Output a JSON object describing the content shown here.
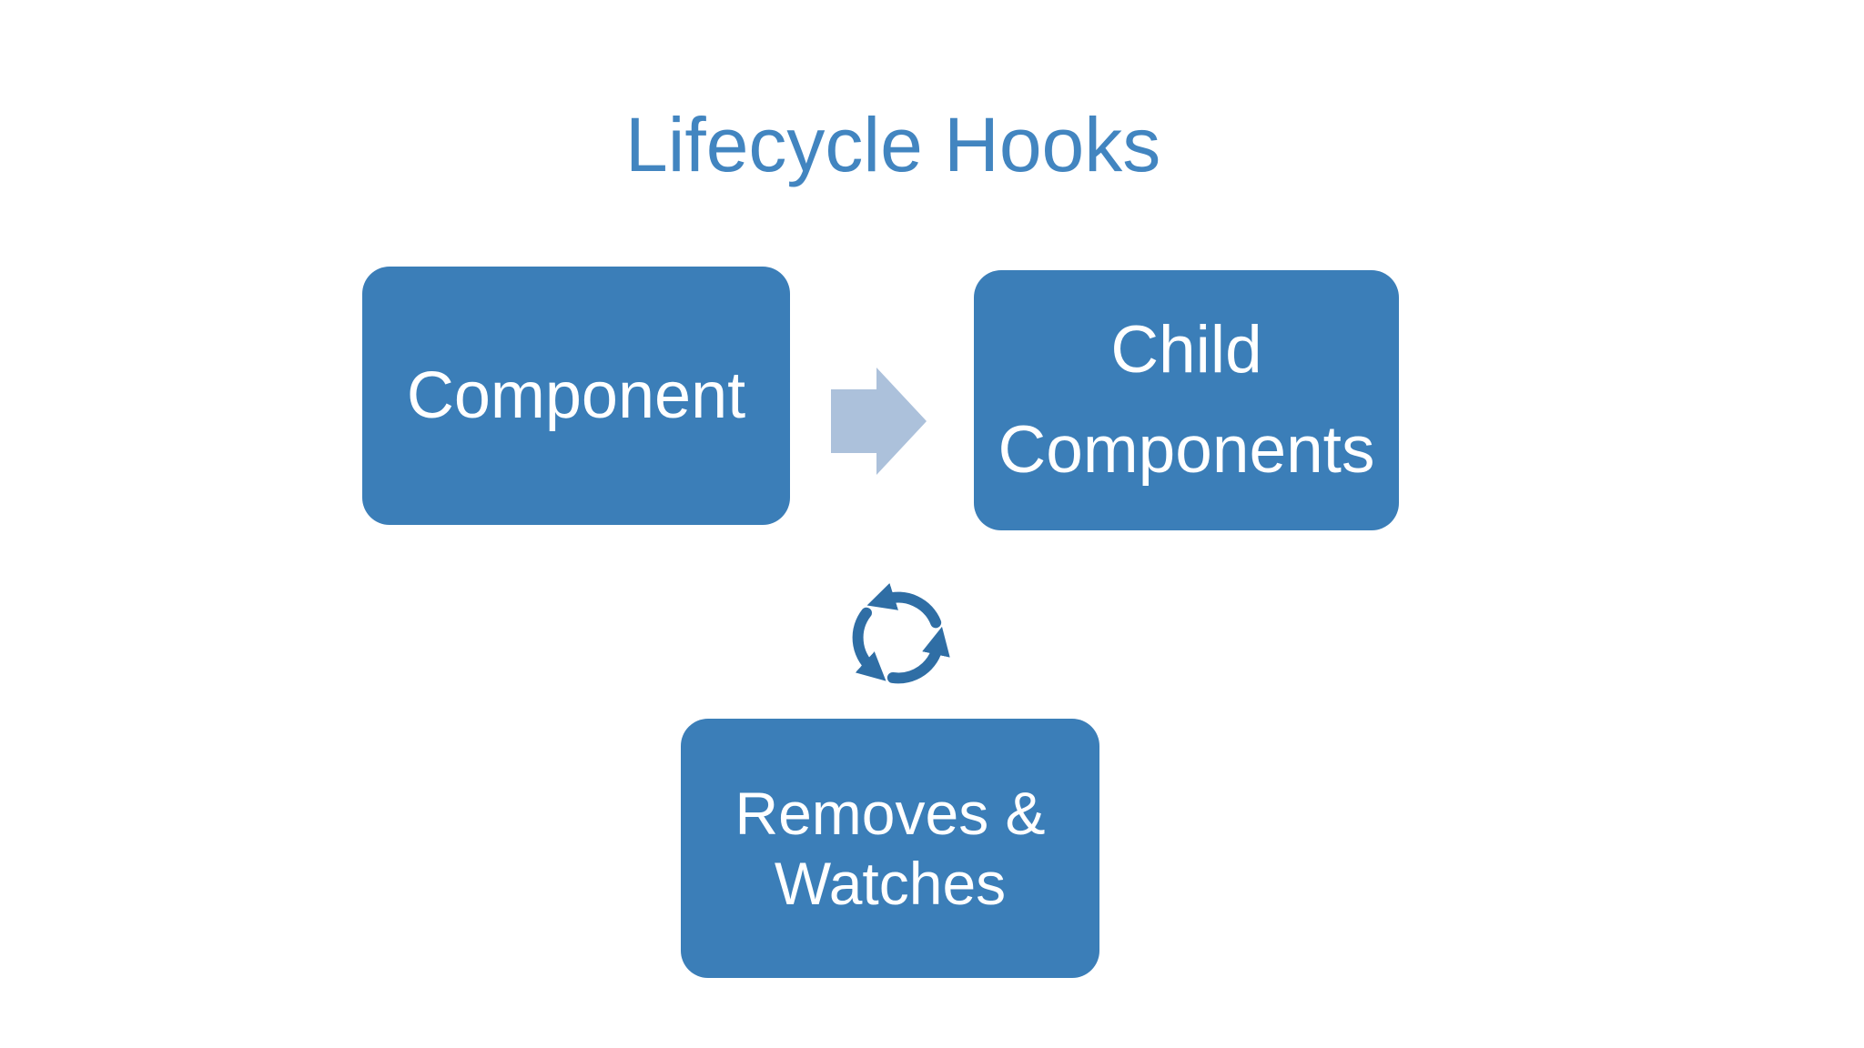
{
  "title": {
    "text": "Lifecycle Hooks"
  },
  "colors": {
    "background": "#ffffff",
    "titleBlue": "#4285c0",
    "boxBlue": "#3b7eb8",
    "boxText": "#ffffff",
    "arrowLightBlue": "#acc1db",
    "cycleBlue": "#2f6ea5"
  },
  "nodes": [
    {
      "id": "component",
      "label": "Component",
      "lines": [
        "Component"
      ]
    },
    {
      "id": "child-components",
      "label": "Child Components",
      "lines": [
        "Child",
        "Components"
      ]
    },
    {
      "id": "removes-watches",
      "label": "Removes & Watches",
      "lines": [
        "Removes &",
        "Watches"
      ]
    }
  ],
  "icons": [
    {
      "name": "flow-arrow-icon",
      "glyph": "right block arrow"
    },
    {
      "name": "cycle-icon",
      "glyph": "three circular lifecycle arrows, counterclockwise"
    }
  ]
}
